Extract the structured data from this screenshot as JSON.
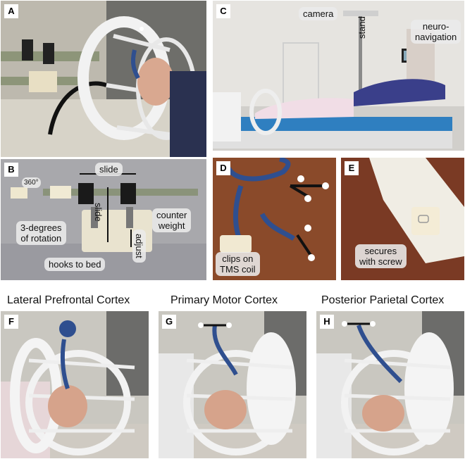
{
  "panels": {
    "A": {
      "letter": "A"
    },
    "B": {
      "letter": "B",
      "slide_top": "slide",
      "slide_vertical": "slide",
      "deg360": "360°",
      "rotation_line1": "3-degrees",
      "rotation_line2": "of rotation",
      "counter_line1": "counter",
      "counter_line2": "weight",
      "adjust": "adjust",
      "hooks": "hooks to bed"
    },
    "C": {
      "letter": "C",
      "camera": "camera",
      "stand": "stand",
      "neuro_line1": "neuro-",
      "neuro_line2": "navigation"
    },
    "D": {
      "letter": "D",
      "clips_line1": "clips on",
      "clips_line2": "TMS coil"
    },
    "E": {
      "letter": "E",
      "secures_line1": "secures",
      "secures_line2": "with screw"
    },
    "F": {
      "letter": "F",
      "title": "Lateral Prefrontal Cortex"
    },
    "G": {
      "letter": "G",
      "title": "Primary Motor Cortex"
    },
    "H": {
      "letter": "H",
      "title": "Posterior Parietal Cortex"
    }
  },
  "colors": {
    "arm_blue": "#2f4f8f",
    "bed_blue": "#2f7fc0",
    "wood": "#8a4a2a",
    "patient_jeans": "#3a3f8a"
  }
}
